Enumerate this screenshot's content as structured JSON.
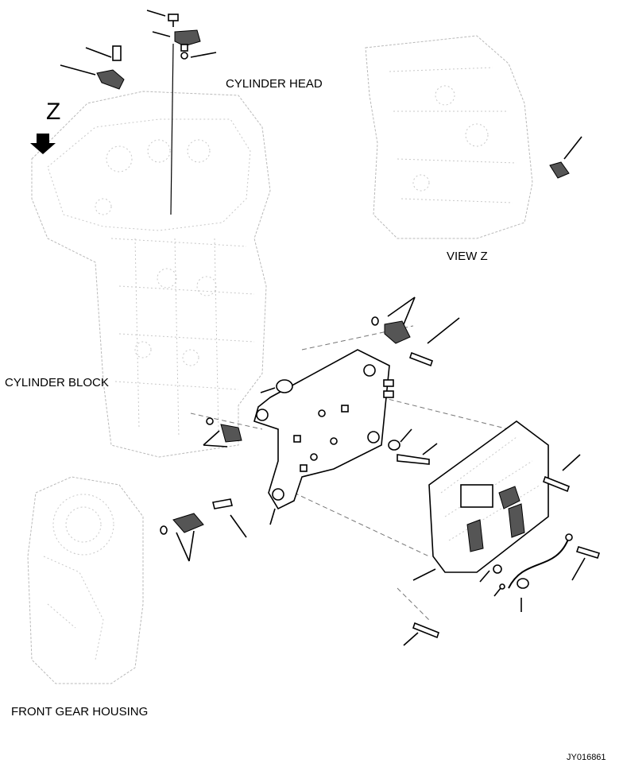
{
  "labels": {
    "cylinder_head": "CYLINDER HEAD",
    "view_z": "VIEW Z",
    "cylinder_block": "CYLINDER BLOCK",
    "front_gear_housing": "FRONT GEAR HOUSING",
    "drawing_code": "JY016861",
    "view_letter": "Z"
  },
  "icons": {
    "view_arrow": "arrow-down-icon"
  }
}
